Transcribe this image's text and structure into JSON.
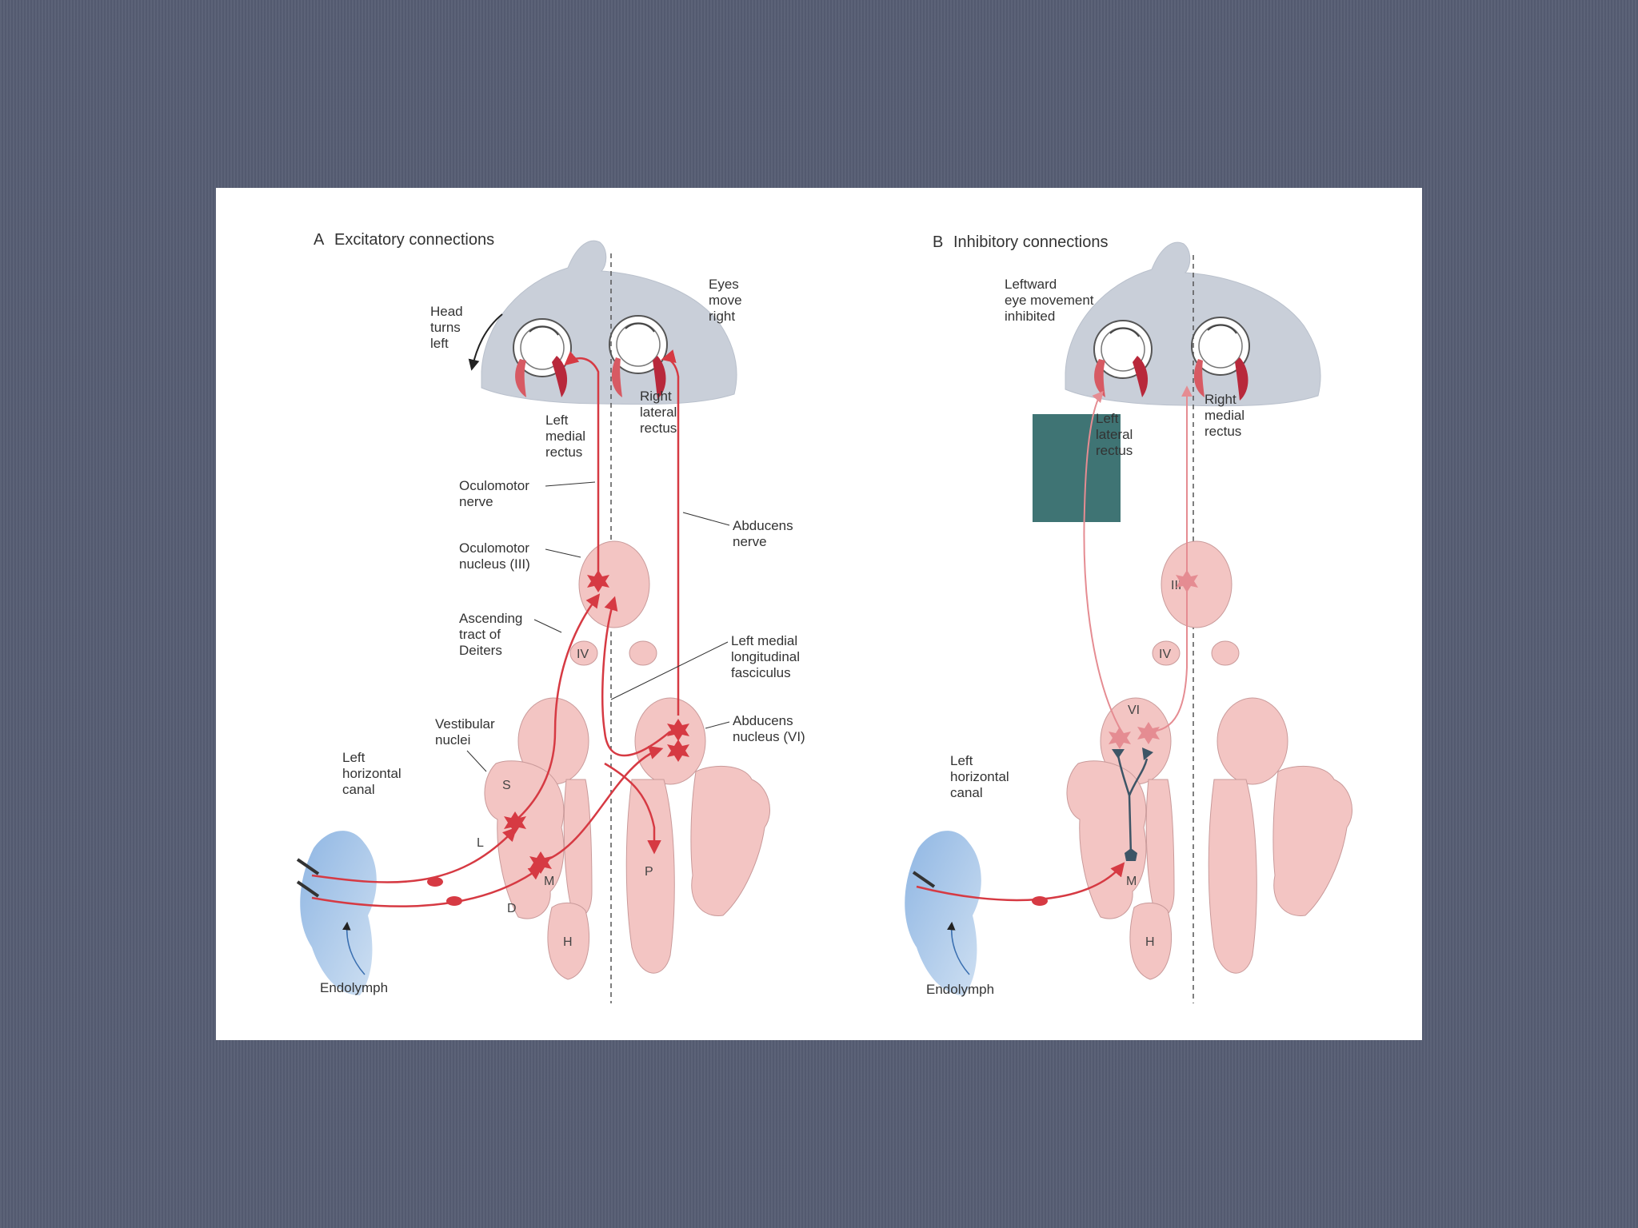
{
  "colors": {
    "slide_background": "#565d73",
    "panel_background": "#ffffff",
    "accent_block": "#3f7474",
    "excitatory": "#d63a43",
    "inhibitory_fibre": "#e58c92",
    "inhibitory_neuron": "#3d5566",
    "nucleus_fill": "#f3c5c3",
    "brainstem_fill": "#c9cfd9",
    "canal_fill": "#a9c8e8"
  },
  "panel_a": {
    "letter": "A",
    "title": "Excitatory connections",
    "labels": {
      "head_turns": [
        "Head",
        "turns",
        "left"
      ],
      "eyes_move": [
        "Eyes",
        "move",
        "right"
      ],
      "left_medial_rectus": [
        "Left",
        "medial",
        "rectus"
      ],
      "right_lateral_rectus": [
        "Right",
        "lateral",
        "rectus"
      ],
      "oculomotor_nerve": [
        "Oculomotor",
        "nerve"
      ],
      "abducens_nerve": [
        "Abducens",
        "nerve"
      ],
      "oculomotor_nucleus": [
        "Oculomotor",
        "nucleus (III)"
      ],
      "ascending_tract": [
        "Ascending",
        "tract of",
        "Deiters"
      ],
      "mlf": [
        "Left medial",
        "longitudinal",
        "fasciculus"
      ],
      "vestibular_nuclei": [
        "Vestibular",
        "nuclei"
      ],
      "abducens_nucleus": [
        "Abducens",
        "nucleus (VI)"
      ],
      "left_horizontal_canal": [
        "Left",
        "horizontal",
        "canal"
      ],
      "endolymph": "Endolymph"
    },
    "nuclei": {
      "iv": "IV",
      "s": "S",
      "l": "L",
      "m": "M",
      "d": "D",
      "p": "P",
      "h": "H"
    }
  },
  "panel_b": {
    "letter": "B",
    "title": "Inhibitory connections",
    "labels": {
      "leftward_inhibited": [
        "Leftward",
        "eye movement",
        "inhibited"
      ],
      "left_lateral_rectus": [
        "Left",
        "lateral",
        "rectus"
      ],
      "right_medial_rectus": [
        "Right",
        "medial",
        "rectus"
      ],
      "left_horizontal_canal": [
        "Left",
        "horizontal",
        "canal"
      ],
      "endolymph": "Endolymph"
    },
    "nuclei": {
      "iii": "III",
      "iv": "IV",
      "vi": "VI",
      "m": "M",
      "h": "H"
    }
  }
}
